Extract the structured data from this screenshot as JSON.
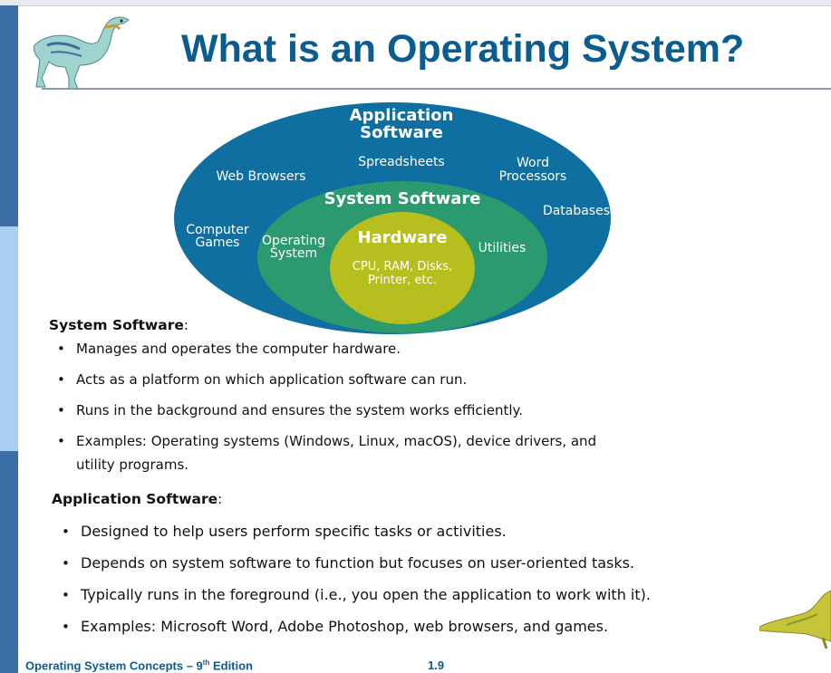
{
  "slide": {
    "title": "What is an Operating System?"
  },
  "diagram": {
    "outer": {
      "title_line1": "Application",
      "title_line2": "Software",
      "labels": {
        "web_browsers": "Web Browsers",
        "spreadsheets": "Spreadsheets",
        "word_processors_l1": "Word",
        "word_processors_l2": "Processors",
        "databases": "Databases",
        "computer_games_l1": "Computer",
        "computer_games_l2": "Games"
      },
      "color": "#0f6fa0"
    },
    "middle": {
      "title": "System Software",
      "labels": {
        "operating_system_l1": "Operating",
        "operating_system_l2": "System",
        "utilities": "Utilities"
      },
      "color": "#2b9a6e"
    },
    "inner": {
      "title": "Hardware",
      "detail_l1": "CPU, RAM, Disks,",
      "detail_l2": "Printer, etc.",
      "color": "#b7bf1f"
    }
  },
  "system_section": {
    "heading": "System Software",
    "colon": ":",
    "bullets": [
      "Manages and operates the computer hardware.",
      "Acts as a platform on which application software can run.",
      "Runs in the background and ensures the system works efficiently.",
      "Examples: Operating systems (Windows, Linux, macOS), device drivers, and utility programs."
    ]
  },
  "application_section": {
    "heading": "Application Software",
    "colon": ":",
    "bullets": [
      "Designed to help users perform specific tasks or activities.",
      "Depends on system software to function but focuses on user-oriented tasks.",
      "Typically runs in the foreground (i.e., you open the application to work with it).",
      "Examples: Microsoft Word, Adobe Photoshop, web browsers, and games."
    ]
  },
  "footer": {
    "book_prefix": "Operating System Concepts – 9",
    "book_sup": "th",
    "book_suffix": " Edition",
    "page_number": "1.9"
  },
  "bullet_glyph": "•"
}
